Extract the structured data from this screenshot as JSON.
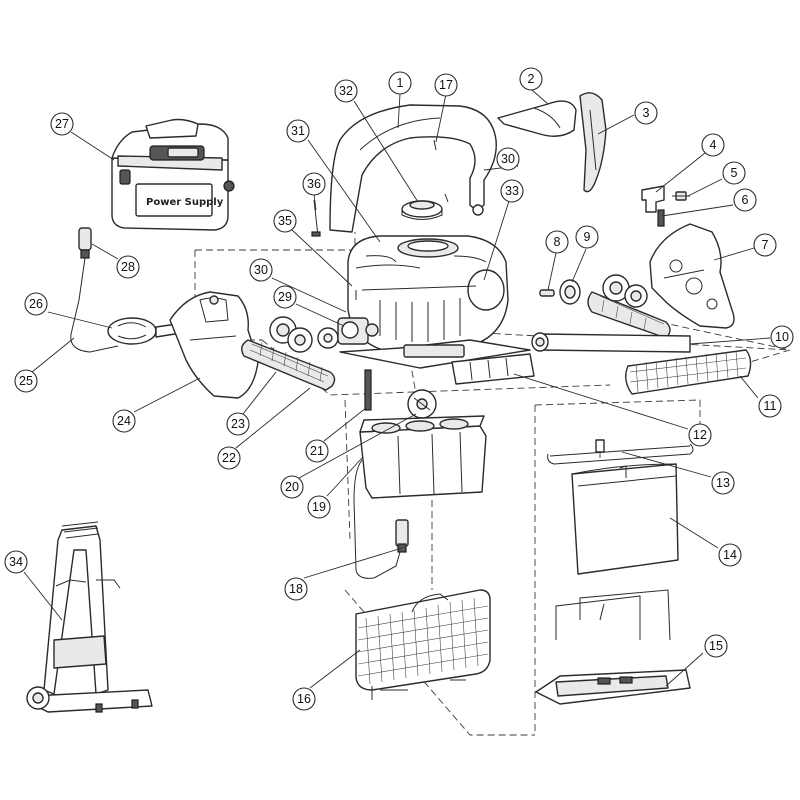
{
  "diagram": {
    "power_supply_label": "Power Supply",
    "callouts": [
      {
        "id": "c1",
        "label": "1"
      },
      {
        "id": "c2",
        "label": "2"
      },
      {
        "id": "c3",
        "label": "3"
      },
      {
        "id": "c4",
        "label": "4"
      },
      {
        "id": "c5",
        "label": "5"
      },
      {
        "id": "c6",
        "label": "6"
      },
      {
        "id": "c7",
        "label": "7"
      },
      {
        "id": "c8",
        "label": "8"
      },
      {
        "id": "c9",
        "label": "9"
      },
      {
        "id": "c10",
        "label": "10"
      },
      {
        "id": "c11",
        "label": "11"
      },
      {
        "id": "c12",
        "label": "12"
      },
      {
        "id": "c13",
        "label": "13"
      },
      {
        "id": "c14",
        "label": "14"
      },
      {
        "id": "c15",
        "label": "15"
      },
      {
        "id": "c16",
        "label": "16"
      },
      {
        "id": "c17",
        "label": "17"
      },
      {
        "id": "c18",
        "label": "18"
      },
      {
        "id": "c19",
        "label": "19"
      },
      {
        "id": "c20",
        "label": "20"
      },
      {
        "id": "c21",
        "label": "21"
      },
      {
        "id": "c22",
        "label": "22"
      },
      {
        "id": "c23",
        "label": "23"
      },
      {
        "id": "c24",
        "label": "24"
      },
      {
        "id": "c25",
        "label": "25"
      },
      {
        "id": "c26",
        "label": "26"
      },
      {
        "id": "c27",
        "label": "27"
      },
      {
        "id": "c28",
        "label": "28"
      },
      {
        "id": "c29",
        "label": "29"
      },
      {
        "id": "c30a",
        "label": "30"
      },
      {
        "id": "c30b",
        "label": "30"
      },
      {
        "id": "c31",
        "label": "31"
      },
      {
        "id": "c32",
        "label": "32"
      },
      {
        "id": "c33",
        "label": "33"
      },
      {
        "id": "c34",
        "label": "34"
      },
      {
        "id": "c35",
        "label": "35"
      },
      {
        "id": "c36",
        "label": "36"
      }
    ]
  }
}
